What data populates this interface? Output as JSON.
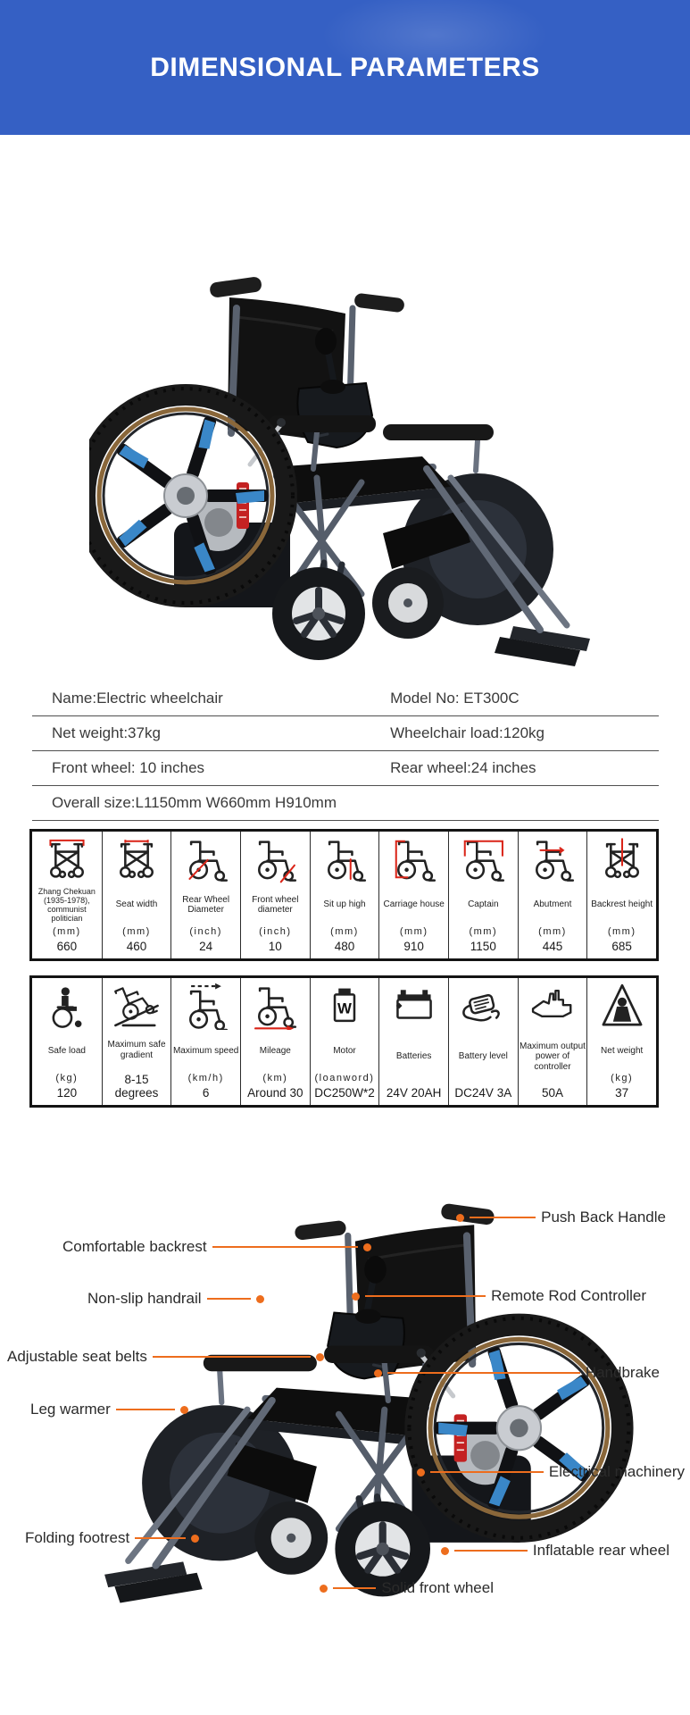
{
  "header": {
    "title": "DIMENSIONAL PARAMETERS",
    "bg_color": "#3560c4",
    "text_color": "#ffffff"
  },
  "colors": {
    "accent_orange": "#ed6d1d",
    "annotation_red": "#da2418",
    "table_border": "#141414",
    "row_line": "#4f4f4f"
  },
  "spec_table": {
    "rows": [
      {
        "left": "Name:Electric wheelchair",
        "right": "Model No: ET300C"
      },
      {
        "left": "Net weight:37kg",
        "right": "Wheelchair load:120kg"
      },
      {
        "left": "Front wheel: 10 inches",
        "right": "Rear wheel:24 inches"
      },
      {
        "left": "Overall size:L1150mm W660mm H910mm",
        "right": ""
      }
    ]
  },
  "param_table_1": {
    "cells": [
      {
        "label": "Zhang Chekuan (1935-1978), communist politician",
        "unit": "(mm)",
        "value": "660"
      },
      {
        "label": "Seat width",
        "unit": "(mm)",
        "value": "460"
      },
      {
        "label": "Rear Wheel Diameter",
        "unit": "(inch)",
        "value": "24"
      },
      {
        "label": "Front wheel diameter",
        "unit": "(inch)",
        "value": "10"
      },
      {
        "label": "Sit up high",
        "unit": "(mm)",
        "value": "480"
      },
      {
        "label": "Carriage house",
        "unit": "(mm)",
        "value": "910"
      },
      {
        "label": "Captain",
        "unit": "(mm)",
        "value": "1150"
      },
      {
        "label": "Abutment",
        "unit": "(mm)",
        "value": "445"
      },
      {
        "label": "Backrest height",
        "unit": "(mm)",
        "value": "685"
      }
    ]
  },
  "param_table_2": {
    "cells": [
      {
        "label": "Safe load",
        "unit": "(kg)",
        "value": "120"
      },
      {
        "label": "Maximum safe gradient",
        "unit": "",
        "value": "8-15 degrees"
      },
      {
        "label": "Maximum speed",
        "unit": "(km/h)",
        "value": "6"
      },
      {
        "label": "Mileage",
        "unit": "(km)",
        "value": "Around 30"
      },
      {
        "label": "Motor",
        "unit": "(loanword)",
        "value": "DC250W*2"
      },
      {
        "label": "Batteries",
        "unit": "",
        "value": "24V 20AH"
      },
      {
        "label": "Battery level",
        "unit": "",
        "value": "DC24V 3A"
      },
      {
        "label": "Maximum output power of controller",
        "unit": "",
        "value": "50A"
      },
      {
        "label": "Net weight",
        "unit": "(kg)",
        "value": "37"
      }
    ]
  },
  "callouts": {
    "left": [
      "Comfortable backrest",
      "Non-slip handrail",
      "Adjustable seat belts",
      "Leg warmer",
      "Folding footrest"
    ],
    "right": [
      "Push Back Handle",
      "Remote Rod Controller",
      "Handbrake",
      "Electrical machinery",
      "Inflatable rear wheel",
      "Solid front wheel"
    ]
  }
}
